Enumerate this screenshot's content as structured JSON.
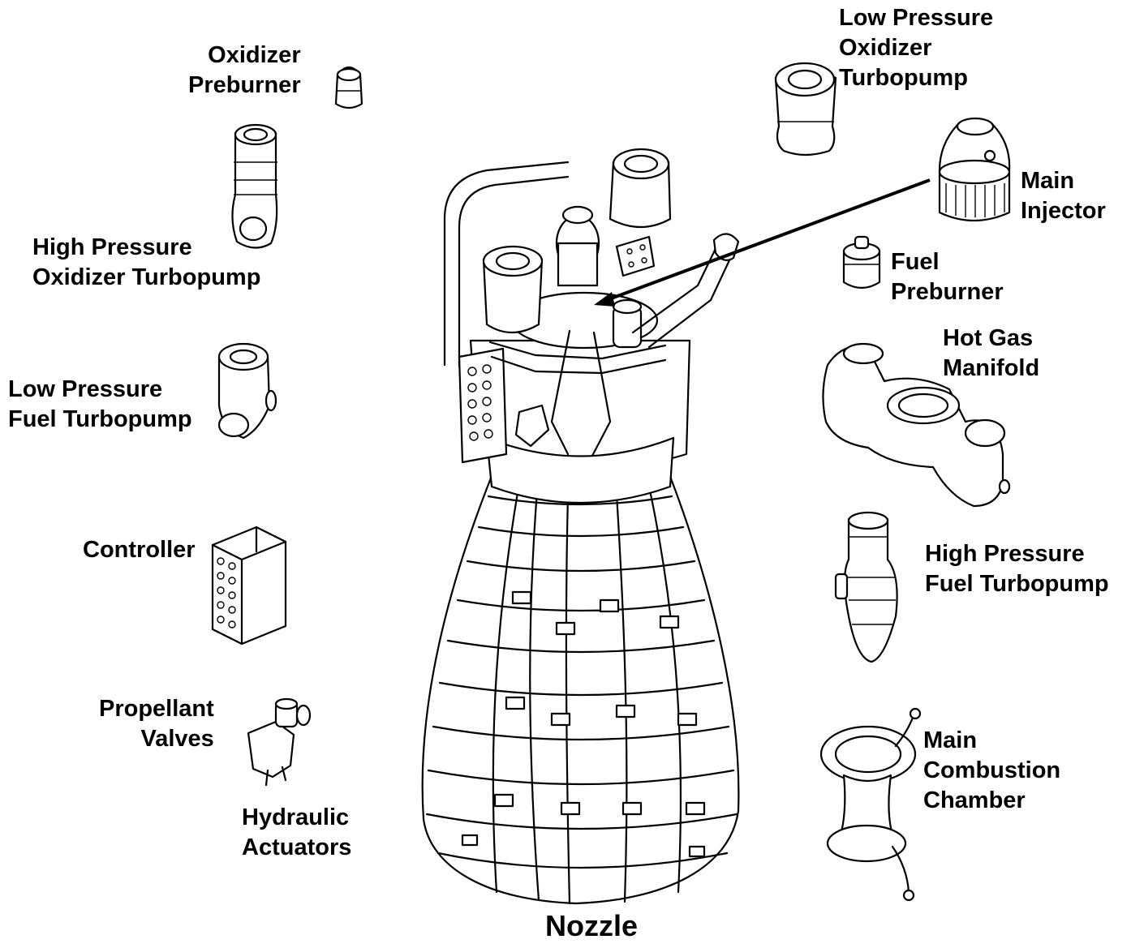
{
  "labels": {
    "oxidizer_preburner": [
      "Oxidizer",
      "Preburner"
    ],
    "high_pressure_oxidizer_turbopump": [
      "High Pressure",
      "Oxidizer Turbopump"
    ],
    "low_pressure_fuel_turbopump": [
      "Low Pressure",
      "Fuel Turbopump"
    ],
    "controller": [
      "Controller"
    ],
    "propellant_valves": [
      "Propellant",
      "Valves"
    ],
    "hydraulic_actuators": [
      "Hydraulic",
      "Actuators"
    ],
    "low_pressure_oxidizer_turbopump": [
      "Low Pressure",
      "Oxidizer",
      "Turbopump"
    ],
    "main_injector": [
      "Main",
      "Injector"
    ],
    "fuel_preburner": [
      "Fuel",
      "Preburner"
    ],
    "hot_gas_manifold": [
      "Hot Gas",
      "Manifold"
    ],
    "high_pressure_fuel_turbopump": [
      "High Pressure",
      "Fuel Turbopump"
    ],
    "main_combustion_chamber": [
      "Main",
      "Combustion",
      "Chamber"
    ],
    "nozzle": [
      "Nozzle"
    ]
  },
  "colors": {
    "line": "#000000",
    "background": "#ffffff"
  }
}
